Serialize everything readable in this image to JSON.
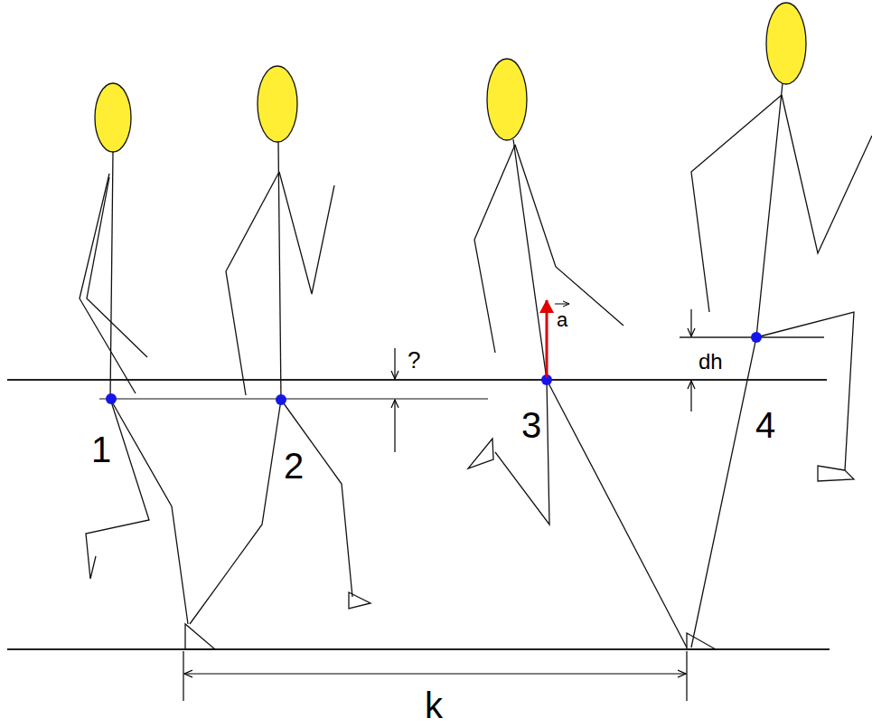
{
  "diagram": {
    "labels": [
      "1",
      "2",
      "?",
      "3",
      "a",
      "dh",
      "4",
      "k"
    ]
  }
}
